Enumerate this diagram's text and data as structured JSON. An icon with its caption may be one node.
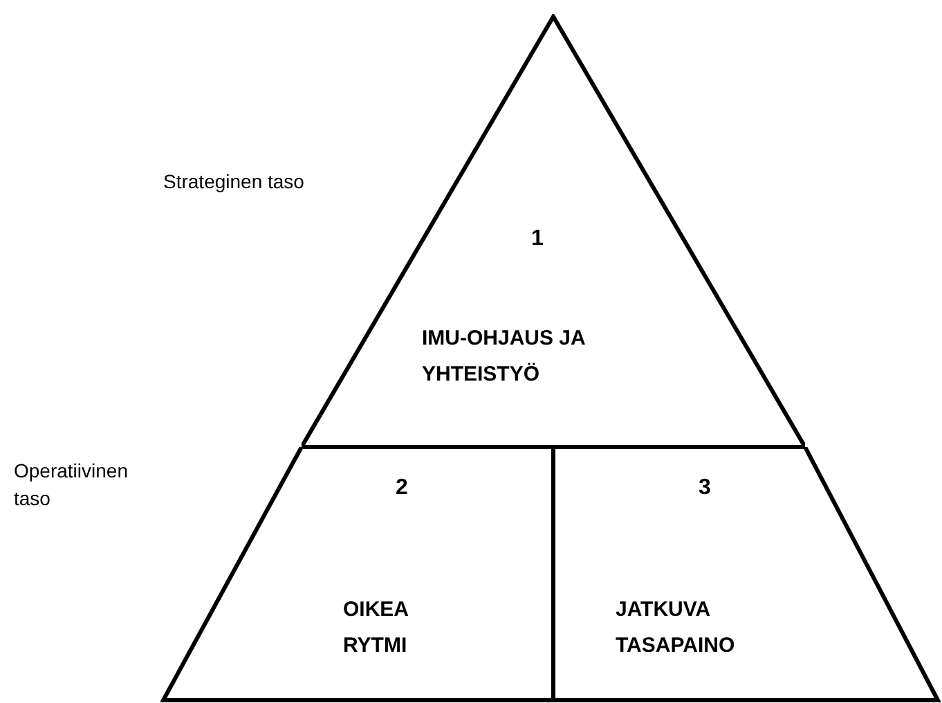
{
  "diagram": {
    "nodes": [
      {
        "text": [
          "1",
          "IMU-OHJAUS JA YHTEISTYÖ"
        ]
      },
      {
        "text": [
          "2",
          "OIKEA RYTMI"
        ]
      },
      {
        "text": [
          "3",
          "JATKUVA TASAPAINO"
        ]
      }
    ],
    "labels": [
      "Strateginen taso",
      "Operatiivinen taso"
    ]
  }
}
